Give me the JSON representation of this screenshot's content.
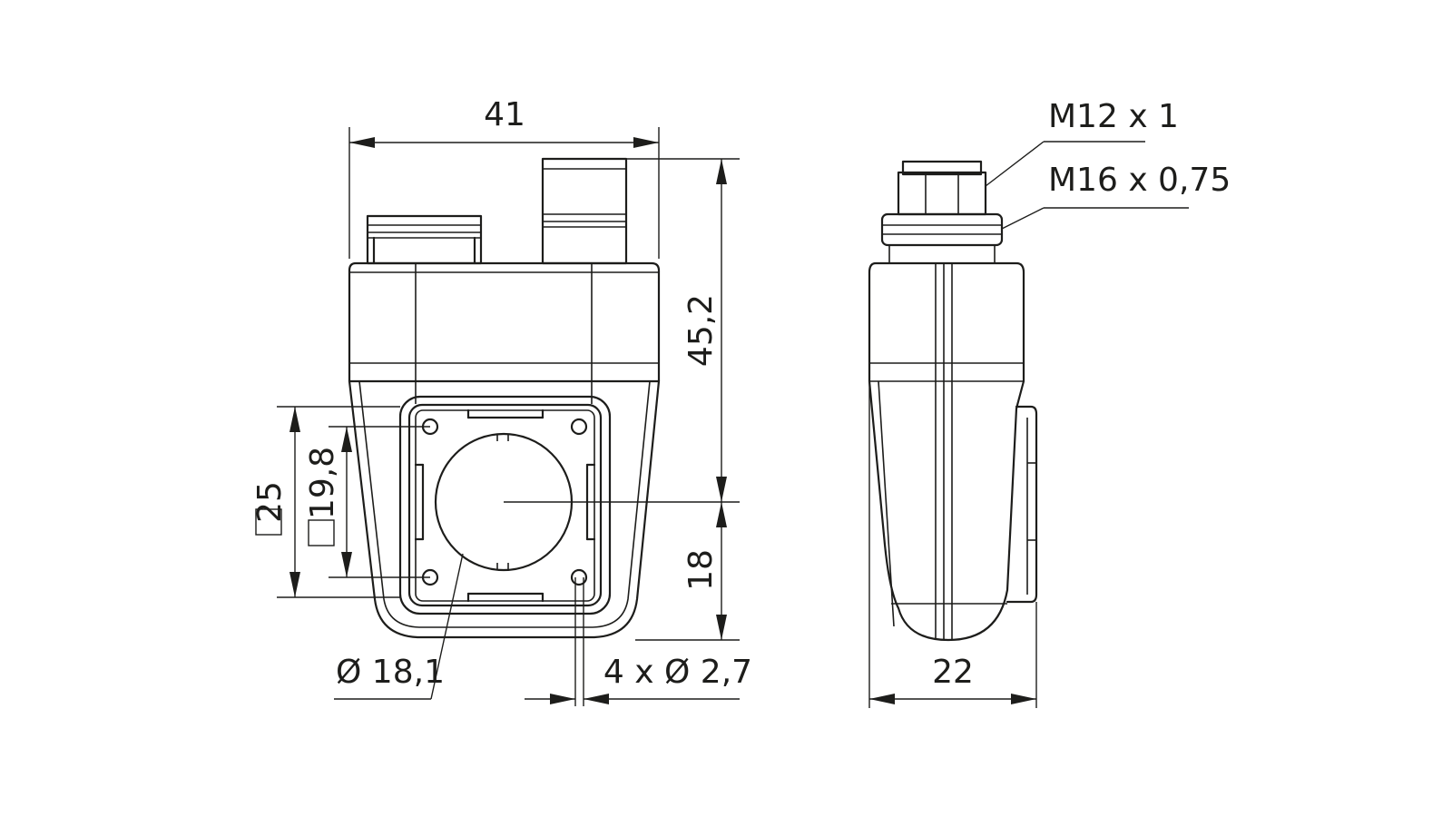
{
  "dimensions": {
    "width_41": "41",
    "height_45_2": "45,2",
    "height_18": "18",
    "square_25": "25",
    "square_19_8": "19,8",
    "bore": "Ø 18,1",
    "holes": "4 x Ø 2,7",
    "depth_22": "22"
  },
  "callouts": {
    "thread_m12": "M12 x 1",
    "thread_m16": "M16 x 0,75"
  }
}
